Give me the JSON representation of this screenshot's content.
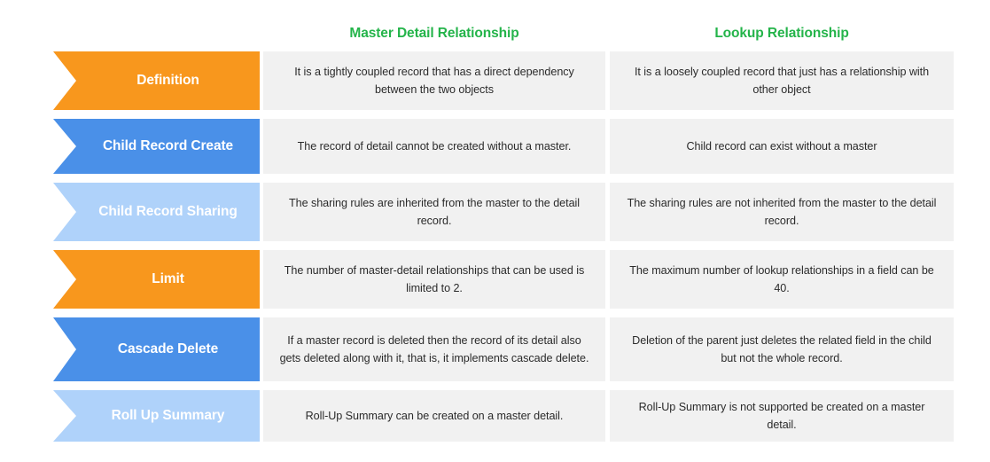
{
  "header": {
    "column_a": "Master Detail Relationship",
    "column_b": "Lookup Relationship"
  },
  "colors": {
    "header_green": "#24b44a",
    "banner_orange": "#f8971d",
    "banner_blue": "#4a90e8",
    "banner_light_blue": "#afd2fa",
    "cell_background": "#f1f1f1",
    "page_background": "#ffffff",
    "cell_text": "#2b2b2b",
    "banner_text": "#ffffff"
  },
  "rows": [
    {
      "label": "Definition",
      "banner_style": "orange",
      "master_detail": "It is a tightly coupled record that has a direct dependency between the two objects",
      "lookup": "It is a loosely coupled record that just has a relationship with other object",
      "height": 66
    },
    {
      "label": "Child Record Create",
      "banner_style": "blue",
      "master_detail": "The record of detail cannot be created without a master.",
      "lookup": "Child record can exist without a master",
      "height": 62
    },
    {
      "label": "Child Record Sharing",
      "banner_style": "light-blue",
      "master_detail": "The sharing rules are inherited from the master to the detail record.",
      "lookup": "The sharing rules are not inherited from the master to the detail record.",
      "height": 66
    },
    {
      "label": "Limit",
      "banner_style": "orange",
      "master_detail": "The number of master-detail relationships that can be used is limited to 2.",
      "lookup": "The maximum number of lookup relationships in a field can be 40.",
      "height": 66
    },
    {
      "label": "Cascade Delete",
      "banner_style": "blue",
      "master_detail": "If a master record is deleted then the record of its detail also gets deleted along with it, that is, it implements cascade delete.",
      "lookup": "Deletion of the parent just deletes the related field in the child but not the whole record.",
      "height": 72
    },
    {
      "label": "Roll Up Summary",
      "banner_style": "light-blue",
      "master_detail": "Roll-Up Summary can be created on a master detail.",
      "lookup": "Roll-Up Summary is not supported be created on a master detail.",
      "height": 58
    }
  ]
}
